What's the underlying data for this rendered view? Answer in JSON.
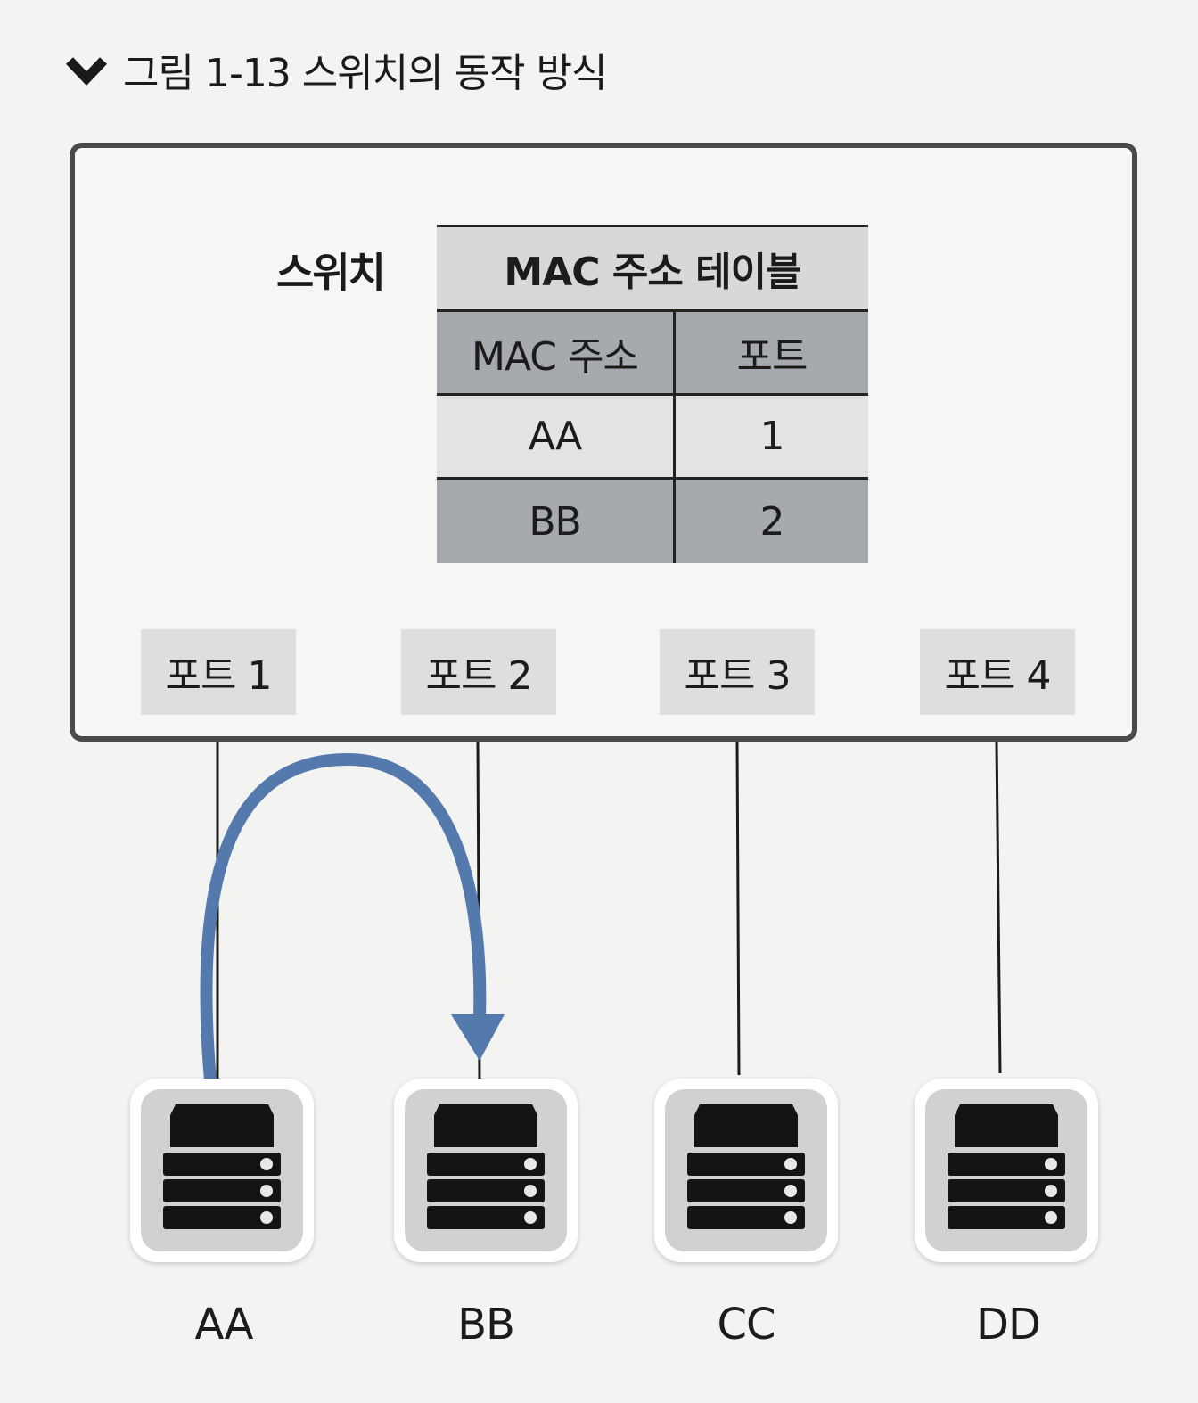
{
  "figure": {
    "title": "그림 1-13  스위치의 동작 방식",
    "title_icon": "chevron-down-icon"
  },
  "switch": {
    "label": "스위치",
    "mac_table": {
      "caption": "MAC 주소 테이블",
      "headers": [
        "MAC 주소",
        "포트"
      ],
      "rows": [
        [
          "AA",
          "1"
        ],
        [
          "BB",
          "2"
        ]
      ]
    },
    "ports": [
      "포트 1",
      "포트 2",
      "포트 3",
      "포트 4"
    ]
  },
  "hosts": [
    "AA",
    "BB",
    "CC",
    "DD"
  ],
  "flow": {
    "from": "AA",
    "to": "BB"
  },
  "colors": {
    "arrow": "#5479ad",
    "table_header": "#a6aaae",
    "port_box": "#dcdedf",
    "frame": "#4a4a4a"
  }
}
